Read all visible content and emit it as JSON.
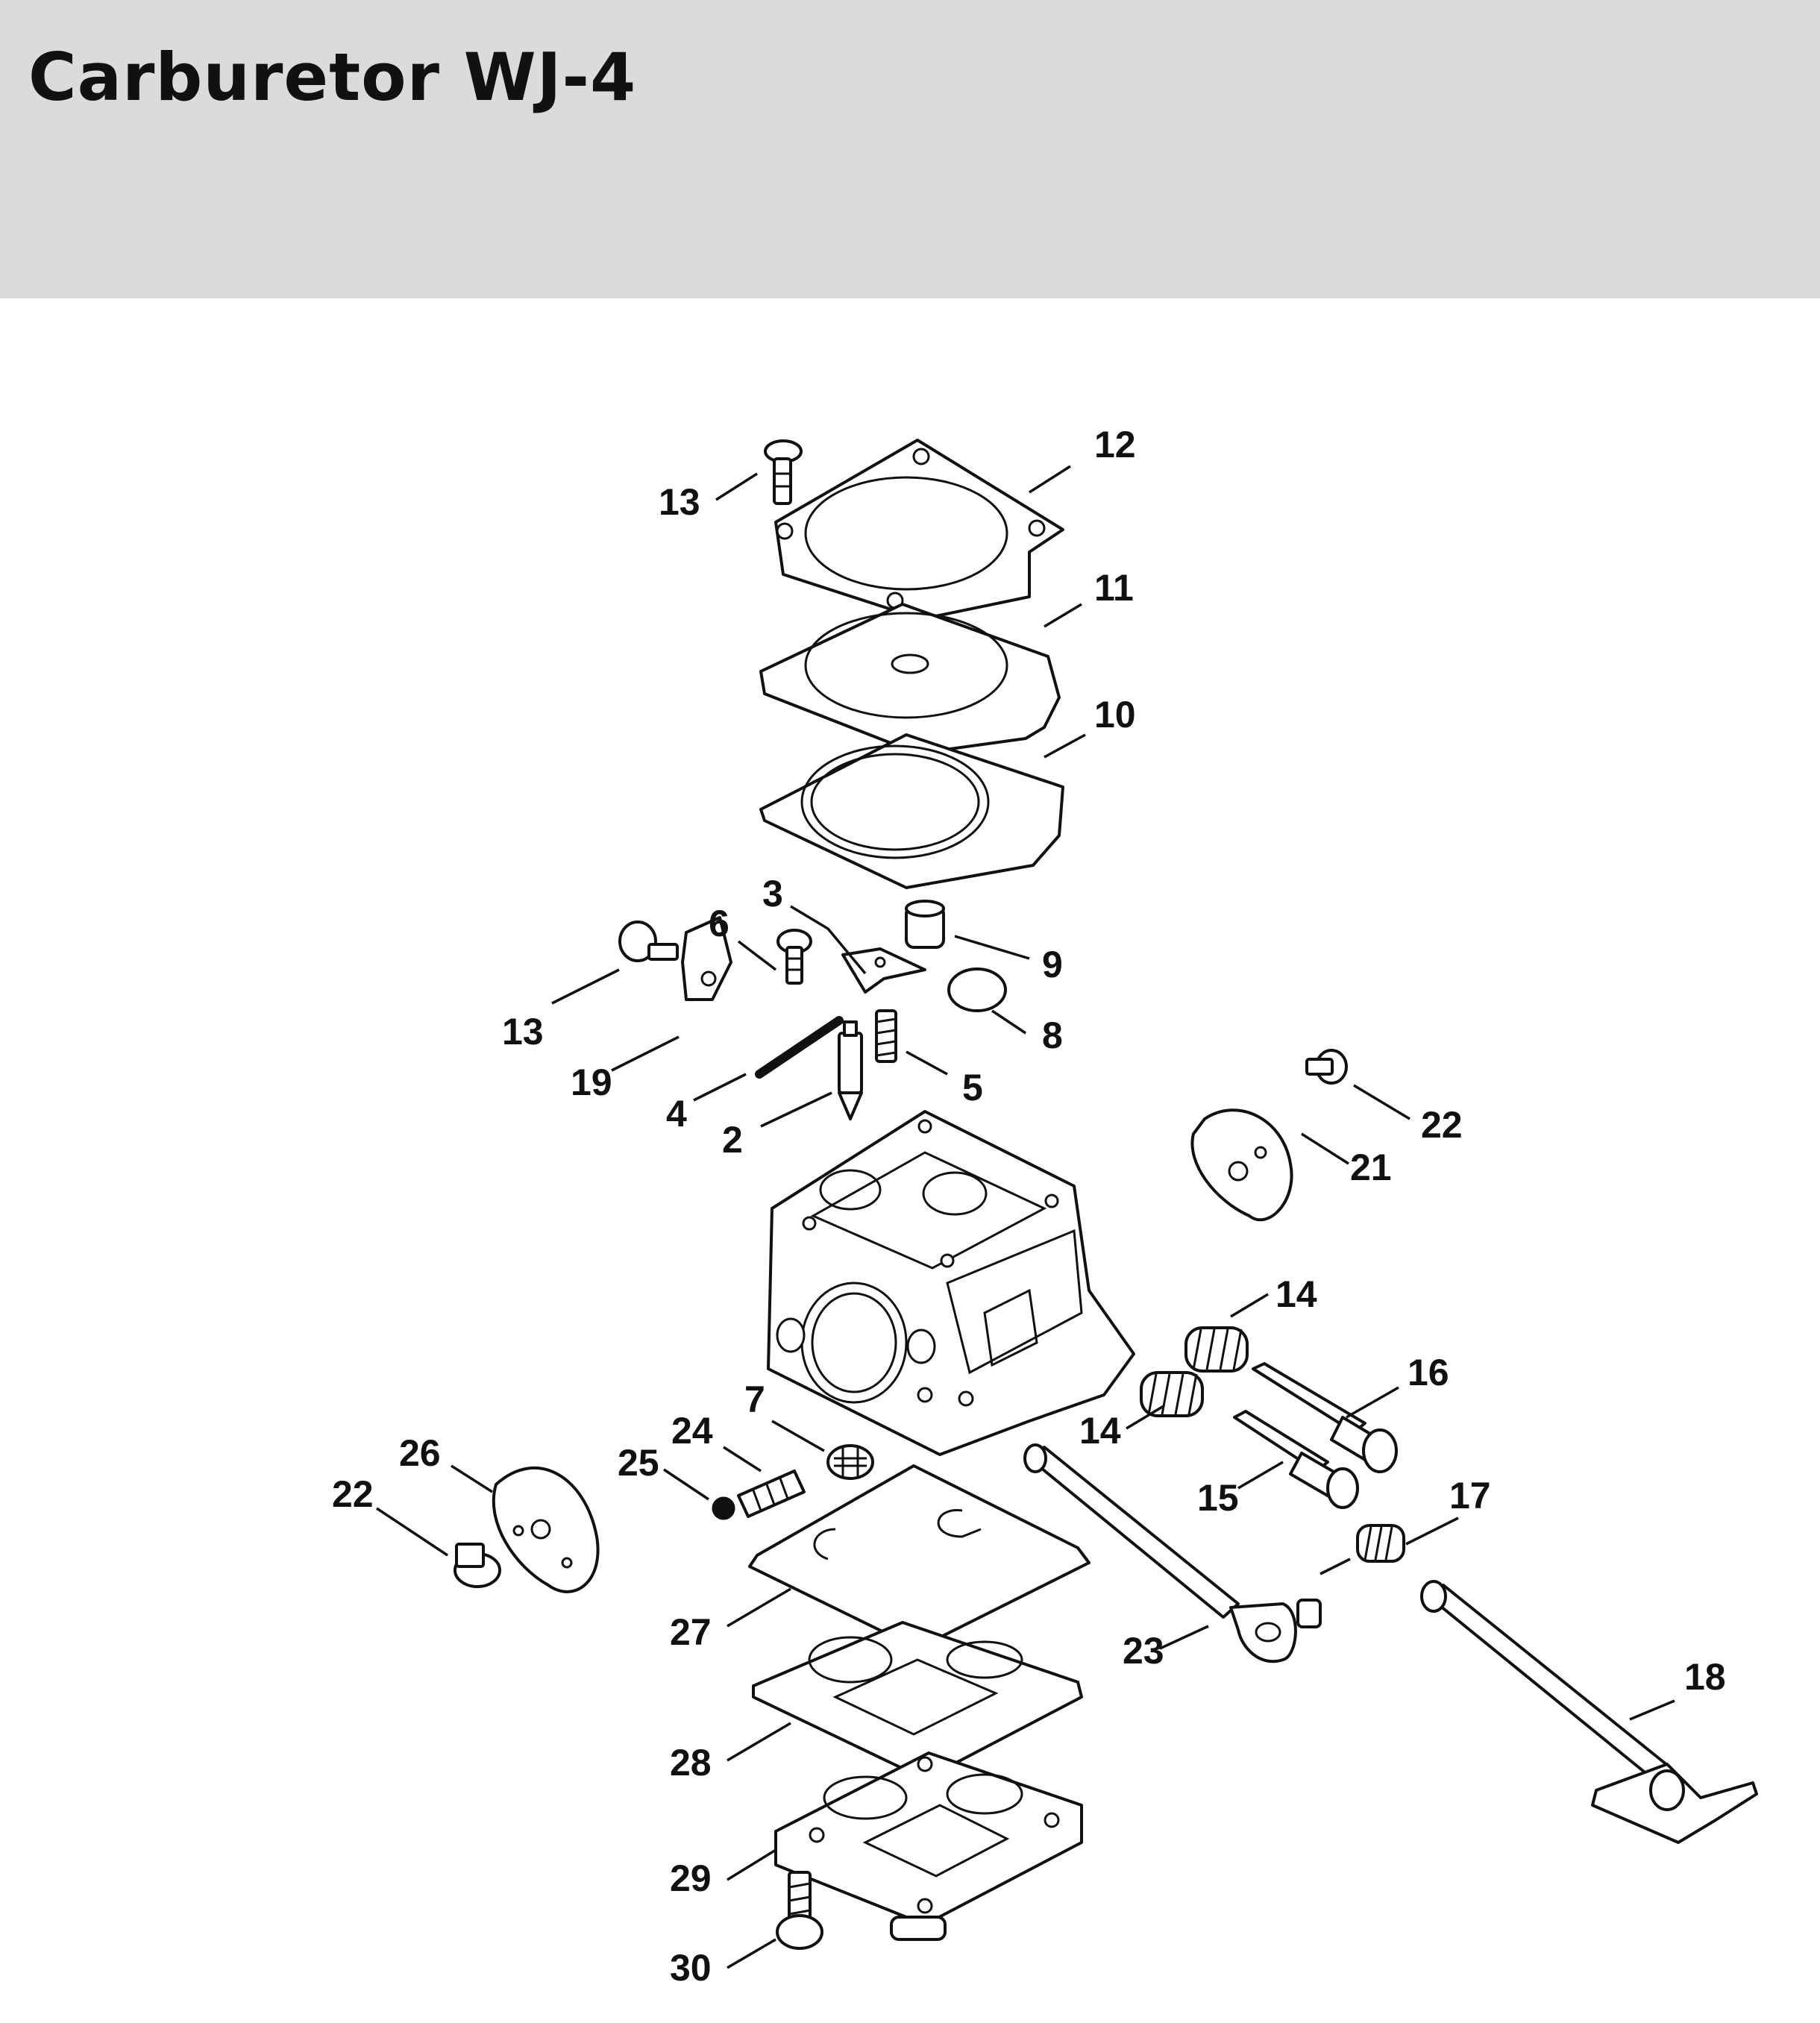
{
  "title": "Carburetor WJ-4",
  "callouts": [
    "12",
    "13",
    "11",
    "10",
    "3",
    "6",
    "9",
    "13",
    "8",
    "19",
    "5",
    "4",
    "2",
    "22",
    "21",
    "14",
    "16",
    "7",
    "24",
    "14",
    "25",
    "15",
    "26",
    "22",
    "17",
    "27",
    "23",
    "18",
    "28",
    "29",
    "30"
  ]
}
